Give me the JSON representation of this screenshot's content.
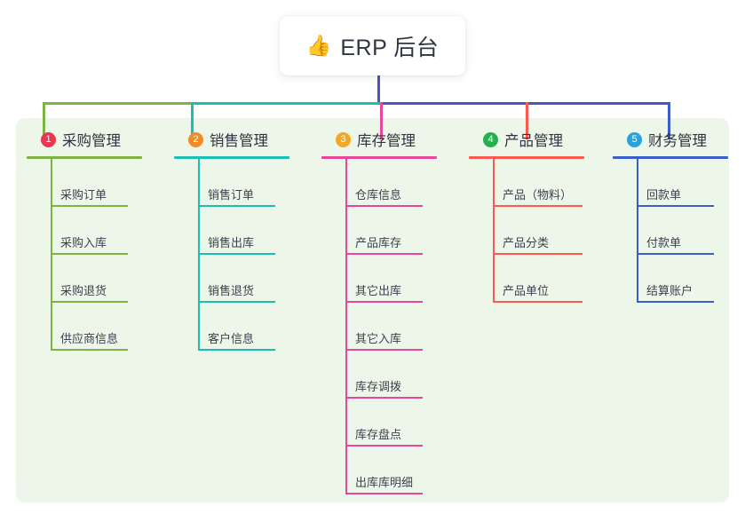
{
  "page": {
    "background": "#ffffff",
    "panel_background": "#edf7e9"
  },
  "header": {
    "icon": "thumbs-up-icon",
    "emoji": "👍",
    "title": "ERP 后台"
  },
  "columns": [
    {
      "number": "1",
      "title": "采购管理",
      "color": "#7cb342",
      "badge_color": "#e8384f",
      "items": [
        {
          "label": "采购订单"
        },
        {
          "label": "采购入库"
        },
        {
          "label": "采购退货"
        },
        {
          "label": "供应商信息"
        }
      ]
    },
    {
      "number": "2",
      "title": "销售管理",
      "color": "#1bbfb0",
      "badge_color": "#f28c28",
      "items": [
        {
          "label": "销售订单"
        },
        {
          "label": "销售出库"
        },
        {
          "label": "销售退货"
        },
        {
          "label": "客户信息"
        }
      ]
    },
    {
      "number": "3",
      "title": "库存管理",
      "color": "#e8489c",
      "badge_color": "#f5a623",
      "items": [
        {
          "label": "仓库信息"
        },
        {
          "label": "产品库存"
        },
        {
          "label": "其它出库"
        },
        {
          "label": "其它入库"
        },
        {
          "label": "库存调拨"
        },
        {
          "label": "库存盘点"
        },
        {
          "label": "出库库明细"
        }
      ]
    },
    {
      "number": "4",
      "title": "产品管理",
      "color": "#fa5a50",
      "badge_color": "#23b14d",
      "items": [
        {
          "label": "产品（物料）"
        },
        {
          "label": "产品分类"
        },
        {
          "label": "产品单位"
        }
      ]
    },
    {
      "number": "5",
      "title": "财务管理",
      "color": "#3b5ec9",
      "badge_color": "#29a3e0",
      "items": [
        {
          "label": "回款单"
        },
        {
          "label": "付款单"
        },
        {
          "label": "结算账户"
        }
      ]
    }
  ],
  "connectors": {
    "root_color": "#4a55b8",
    "segments": [
      {
        "color": "#7cb342"
      },
      {
        "color": "#1bbfb0"
      },
      {
        "color": "#4a55b8"
      },
      {
        "color": "#4a55b8"
      }
    ]
  }
}
